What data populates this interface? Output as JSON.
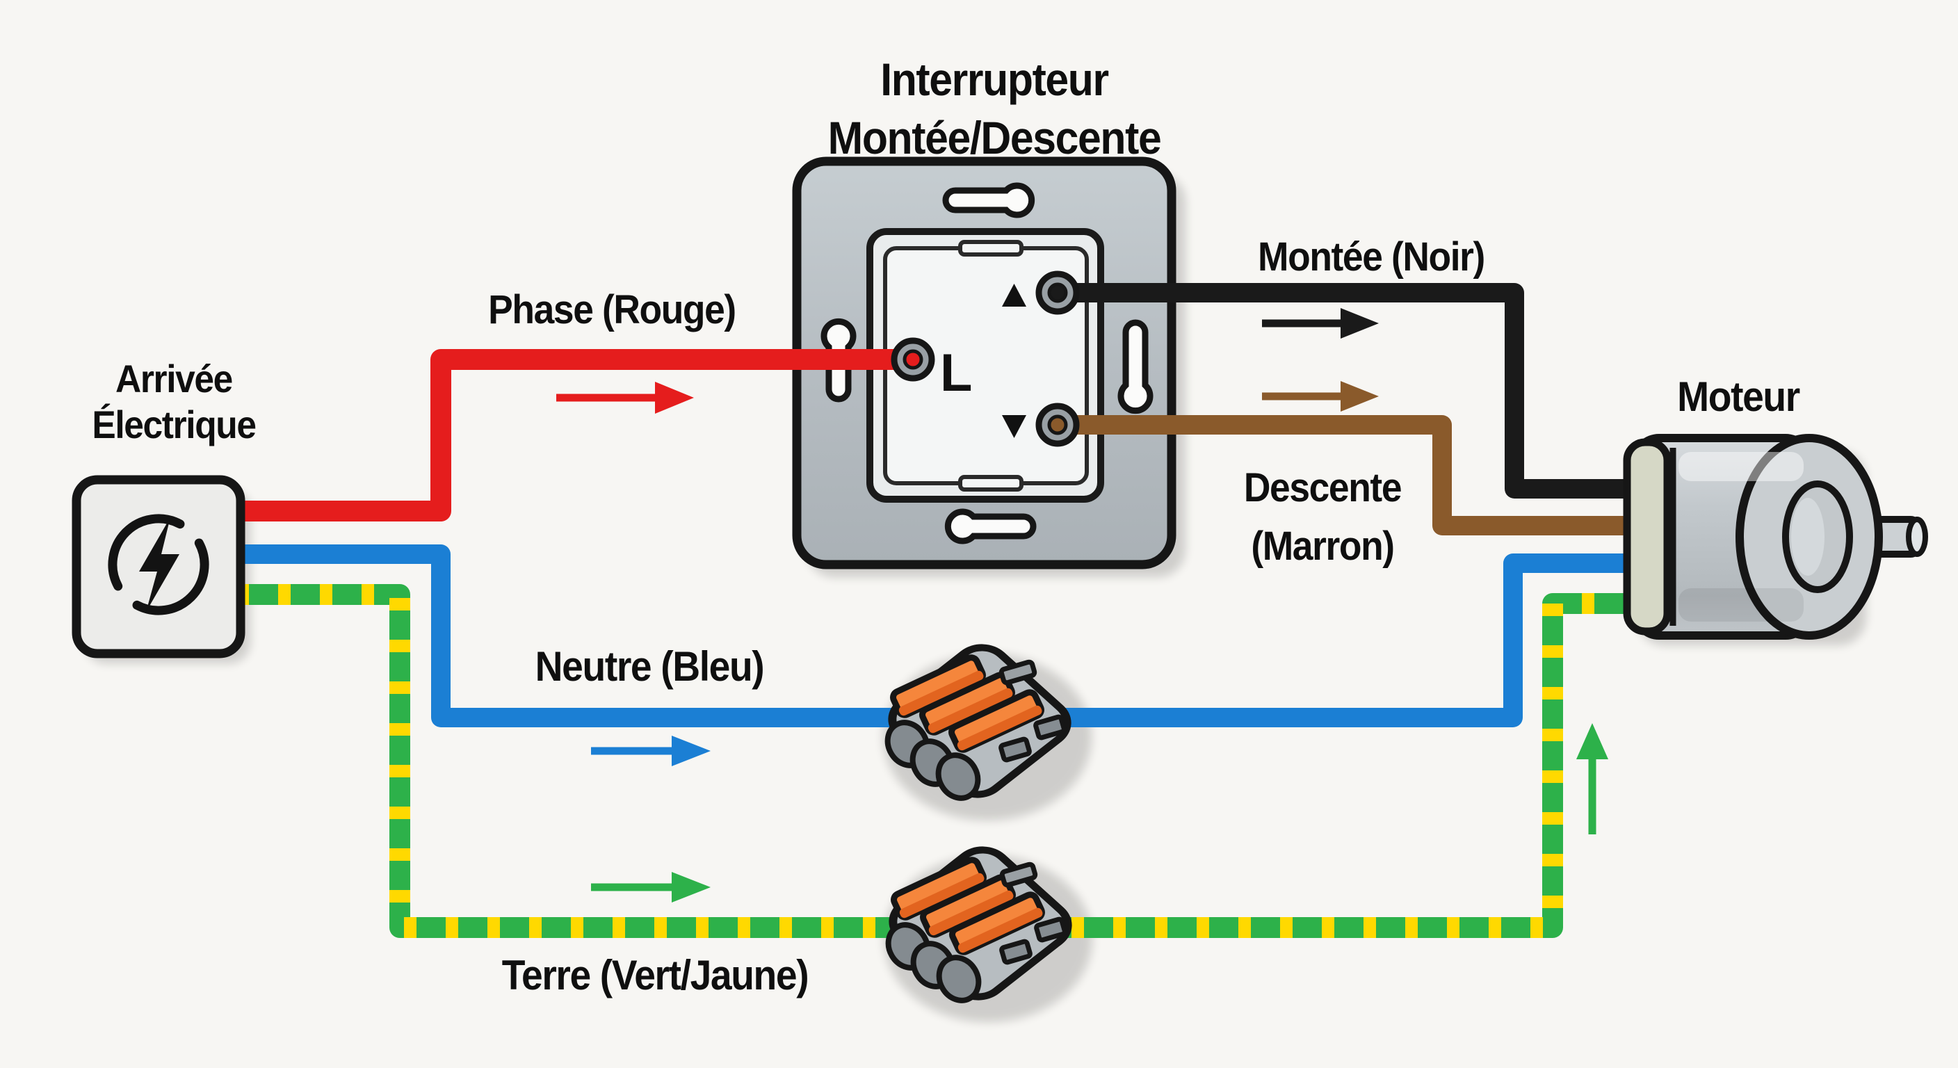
{
  "colors": {
    "phase": "#e51d1d",
    "neutral": "#1b7fd4",
    "earth_green": "#2db14a",
    "earth_yellow": "#ffd900",
    "montee": "#1a1a1a",
    "descente": "#8a5a2b",
    "outline": "#161616",
    "background": "#f7f6f3",
    "plate": "#b9c0c5",
    "panel": "#f4f6f6",
    "lever_orange": "#f5863c",
    "connector_body": "#b7bdc1"
  },
  "labels": {
    "title_line1": "Interrupteur",
    "title_line2": "Montée/Descente",
    "supply_line1": "Arrivée",
    "supply_line2": "Électrique",
    "phase": "Phase (Rouge)",
    "montee": "Montée (Noir)",
    "descente_line1": "Descente",
    "descente_line2": "(Marron)",
    "neutre": "Neutre (Bleu)",
    "terre": "Terre (Vert/Jaune)",
    "moteur": "Moteur",
    "switch_terminal": "L"
  },
  "icons": {
    "supply_lightning": "⚡",
    "switch_up": "▲",
    "switch_down": "▼",
    "flow_right": "→",
    "flow_up": "↑"
  }
}
